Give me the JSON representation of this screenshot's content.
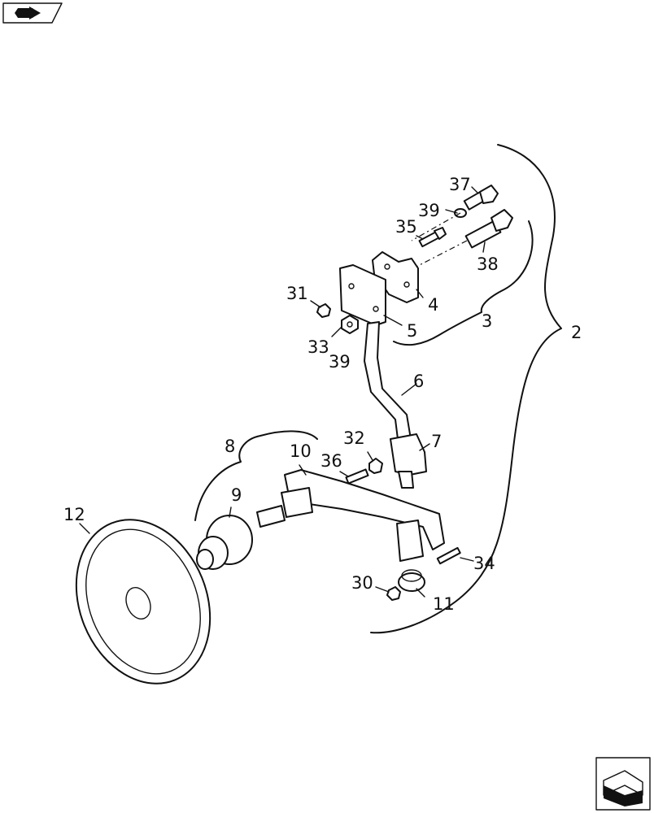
{
  "diagram": {
    "type": "exploded-parts-view",
    "callouts": {
      "c2": "2",
      "c3": "3",
      "c4": "4",
      "c5": "5",
      "c6": "6",
      "c7": "7",
      "c8": "8",
      "c9": "9",
      "c10": "10",
      "c11": "11",
      "c12": "12",
      "c30": "30",
      "c31": "31",
      "c32": "32",
      "c33": "33",
      "c34": "34",
      "c35": "35",
      "c36": "36",
      "c37": "37",
      "c38": "38",
      "c39a": "39",
      "c39b": "39"
    }
  },
  "icons": {
    "top_left": "book-arrow-icon",
    "bottom_right": "next-page-arrow-icon"
  }
}
